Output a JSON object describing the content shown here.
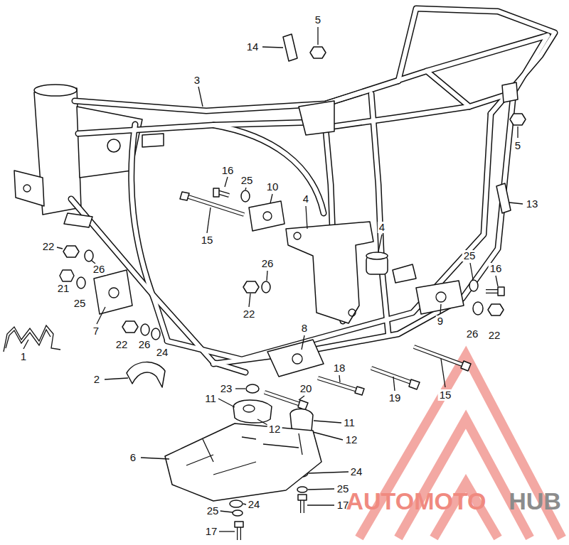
{
  "diagram": {
    "labels": [
      "14",
      "5",
      "3",
      "5",
      "16",
      "25",
      "10",
      "13",
      "4",
      "15",
      "4",
      "22",
      "26",
      "25",
      "16",
      "26",
      "21",
      "25",
      "22",
      "7",
      "9",
      "26",
      "22",
      "22",
      "26",
      "24",
      "8",
      "1",
      "18",
      "2",
      "23",
      "20",
      "19",
      "15",
      "11",
      "11",
      "12",
      "12",
      "6",
      "24",
      "25",
      "24",
      "17",
      "25",
      "17",
      "AUTOMOTO",
      "HUB"
    ]
  }
}
